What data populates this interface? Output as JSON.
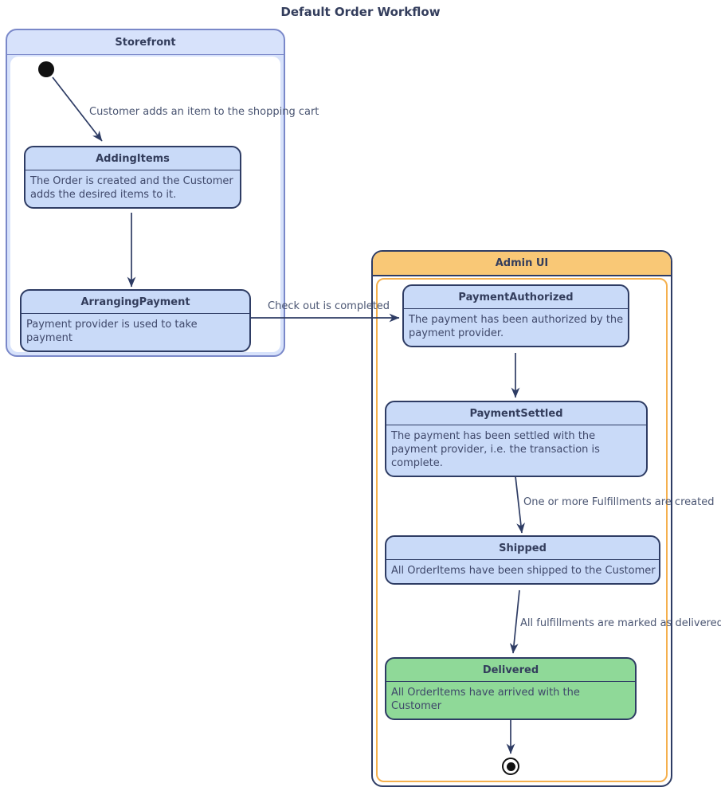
{
  "title": "Default Order Workflow",
  "containers": {
    "storefront": {
      "label": "Storefront"
    },
    "admin_ui": {
      "label": "Admin UI"
    }
  },
  "states": {
    "adding_items": {
      "name": "AddingItems",
      "description": "The Order is created and the Customer adds the desired items to it."
    },
    "arranging_payment": {
      "name": "ArrangingPayment",
      "description": "Payment provider is used to take payment"
    },
    "payment_authorized": {
      "name": "PaymentAuthorized",
      "description": "The payment has been authorized by the payment provider."
    },
    "payment_settled": {
      "name": "PaymentSettled",
      "description": "The payment has been settled with the payment provider, i.e. the transaction is complete."
    },
    "shipped": {
      "name": "Shipped",
      "description": "All OrderItems have been shipped to the Customer"
    },
    "delivered": {
      "name": "Delivered",
      "description": "All OrderItems have arrived with the Customer"
    }
  },
  "transitions": {
    "add_item": {
      "label": "Customer adds an item to the shopping cart"
    },
    "checkout": {
      "label": "Check out is completed"
    },
    "fulfillments_created": {
      "label": "One or more Fulfillments are created"
    },
    "marked_delivered": {
      "label": "All fulfillments are marked as delivered"
    }
  },
  "nodes": {
    "initial": "initial-state",
    "final": "final-state"
  },
  "colors": {
    "state_fill": "#c9daf8",
    "state_border": "#2e3c64",
    "delivered_fill": "#8fd998",
    "storefront_fill": "#d7e2fb",
    "storefront_border": "#7a88c9",
    "admin_header_fill": "#f9c876",
    "admin_inner_border": "#f5b04d",
    "admin_border": "#2e3c64",
    "arrow": "#2e3c64",
    "label_text": "#4a5572",
    "title_text": "#333d5c"
  }
}
